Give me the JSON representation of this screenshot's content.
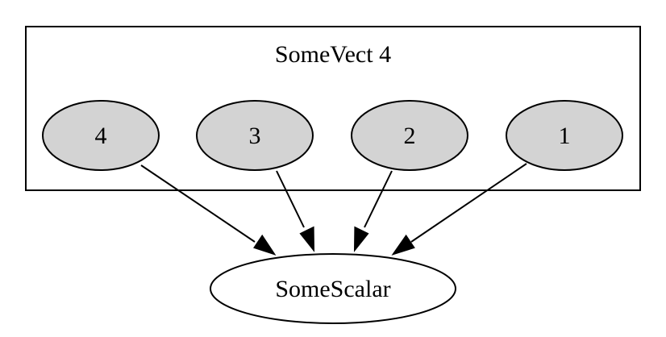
{
  "cluster": {
    "label": "SomeVect 4"
  },
  "nodes": [
    {
      "id": "n4",
      "label": "4"
    },
    {
      "id": "n3",
      "label": "3"
    },
    {
      "id": "n2",
      "label": "2"
    },
    {
      "id": "n1",
      "label": "1"
    }
  ],
  "target": {
    "label": "SomeScalar"
  },
  "edges": [
    {
      "from": "4",
      "to": "SomeScalar"
    },
    {
      "from": "3",
      "to": "SomeScalar"
    },
    {
      "from": "2",
      "to": "SomeScalar"
    },
    {
      "from": "1",
      "to": "SomeScalar"
    }
  ],
  "colors": {
    "node_fill": "#d3d3d3",
    "stroke": "#000000",
    "background": "#ffffff"
  }
}
